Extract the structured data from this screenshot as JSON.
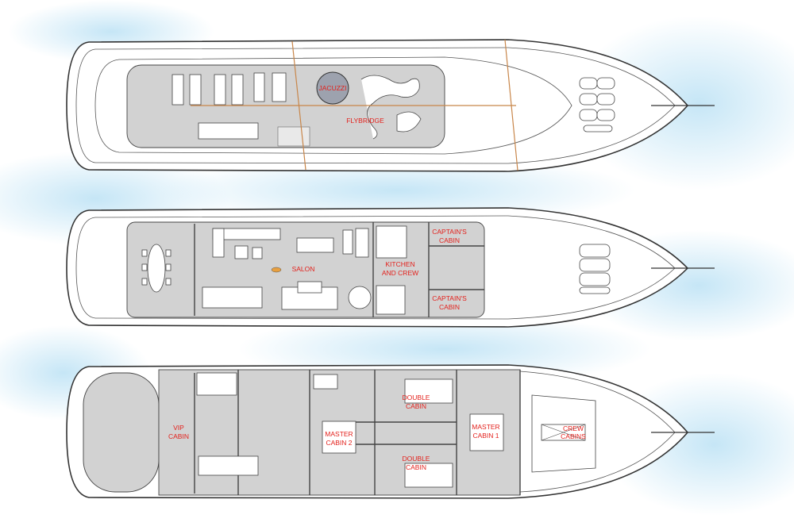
{
  "title": "Yacht deck plans",
  "colors": {
    "label": "#e3211c",
    "water": "#bfe3f5",
    "deck": "#d2d2d2"
  },
  "decks": [
    {
      "name": "flybridge-deck",
      "labels": {
        "jacuzzi": "JACUZZI",
        "flybridge": "FLYBRIDGE"
      }
    },
    {
      "name": "main-deck",
      "labels": {
        "salon": "SALON",
        "kitchen_1": "KITCHEN",
        "kitchen_2": "AND CREW",
        "captain_a_1": "CAPTAIN'S",
        "captain_a_2": "CABIN",
        "captain_b_1": "CAPTAIN'S",
        "captain_b_2": "CABIN"
      }
    },
    {
      "name": "lower-deck",
      "labels": {
        "vip_1": "VIP",
        "vip_2": "CABIN",
        "master2_1": "MASTER",
        "master2_2": "CABIN 2",
        "double_a_1": "DOUBLE",
        "double_a_2": "CABIN",
        "double_b_1": "DOUBLE",
        "double_b_2": "CABIN",
        "master1_1": "MASTER",
        "master1_2": "CABIN 1",
        "crew_1": "CREW",
        "crew_2": "CABINS"
      }
    }
  ]
}
